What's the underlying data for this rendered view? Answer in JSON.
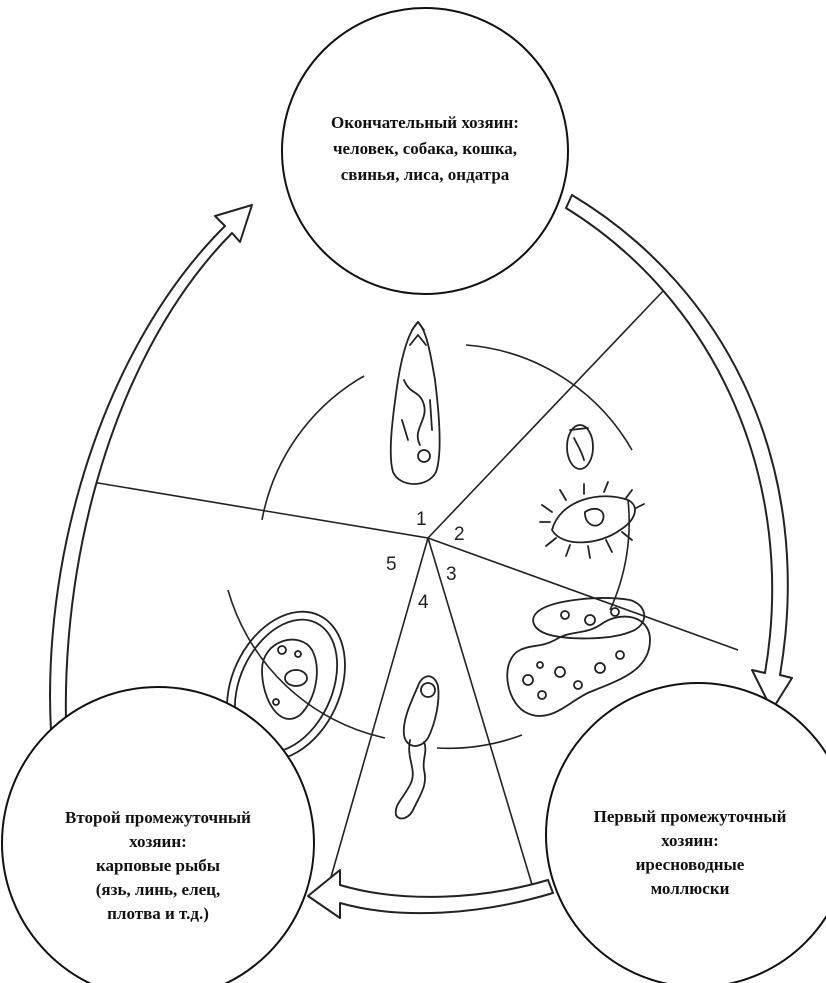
{
  "hosts": {
    "definitive": {
      "lines": [
        "Окончательный хозяин:",
        "человек, собака, кошка,",
        "свинья, лиса, ондатра"
      ]
    },
    "first_intermediate": {
      "lines": [
        "Первый промежуточный",
        "хозяин:",
        "иресноводные",
        "моллюски"
      ]
    },
    "second_intermediate": {
      "lines": [
        "Второй промежуточный",
        "хозяин:",
        "карповые рыбы",
        "(язь, линь, елец,",
        "плотва и т.д.)"
      ]
    }
  },
  "stages": [
    "1",
    "2",
    "3",
    "4",
    "5"
  ],
  "stage_drawings": [
    "adult-fluke",
    "egg",
    "miracidium",
    "sporocyst-redia",
    "cercaria",
    "metacercaria"
  ],
  "arrows": [
    "definitive-to-first",
    "first-to-second",
    "second-to-definitive"
  ]
}
